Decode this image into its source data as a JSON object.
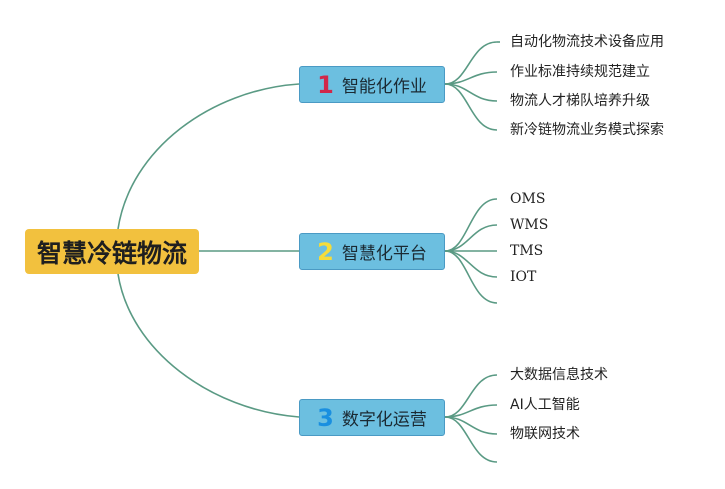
{
  "root": {
    "label": "智慧冷链物流"
  },
  "branches": [
    {
      "number": "1",
      "number_color": "#d0284a",
      "label": "智能化作业",
      "leaves": [
        "自动化物流技术设备应用",
        "作业标准持续规范建立",
        "物流人才梯队培养升级",
        "新冷链物流业务模式探索"
      ]
    },
    {
      "number": "2",
      "number_color": "#f5dc3a",
      "label": "智慧化平台",
      "leaves": [
        "OMS",
        "WMS",
        "TMS",
        "IOT"
      ]
    },
    {
      "number": "3",
      "number_color": "#1a8fe0",
      "label": "数字化运营",
      "leaves": [
        "大数据信息技术",
        "AI人工智能",
        "物联网技术"
      ]
    }
  ],
  "colors": {
    "root_fill": "#f2c13e",
    "branch_fill": "#6cbfe0",
    "connector": "#5a9a84"
  }
}
